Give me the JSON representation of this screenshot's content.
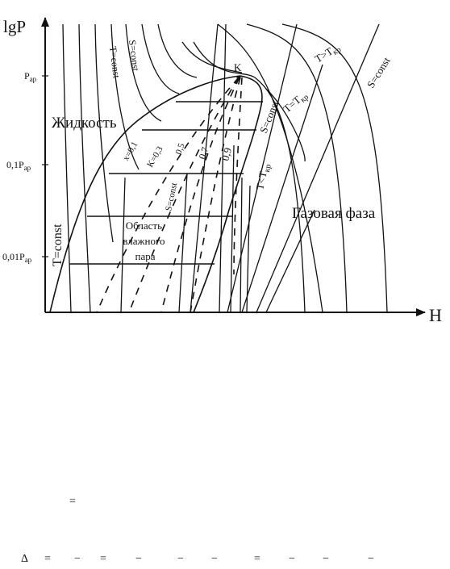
{
  "axes": {
    "y_label": "lgP",
    "x_label": "H",
    "ticks": [
      {
        "main": "P",
        "sub": "ap"
      },
      {
        "main": "0,1P",
        "sub": "ap"
      },
      {
        "main": "0,01P",
        "sub": "ap"
      }
    ]
  },
  "labels": {
    "critical_point": "K",
    "liquid": "Жидкость",
    "gas_phase": "Газовая фаза",
    "wet_steam": [
      "Область",
      "влажного",
      "пара"
    ],
    "t_const_left": "T=const",
    "t_const_top": "T=const",
    "s_const_top": "S=const",
    "s_const_mid": "S=const",
    "s_const_dome": "S=const",
    "s_const_right": "S=const",
    "x01": "x=0,1",
    "x03": "K=0,3",
    "x05": "0,5",
    "x07": "0,7",
    "x09": "0,9",
    "t_gt": {
      "main": "T>T",
      "sub": "кр"
    },
    "t_eq": {
      "main": "T=T",
      "sub": "кр"
    },
    "t_lt": {
      "main": "T<T",
      "sub": "кр"
    }
  },
  "formula_fragments": {
    "eq_line": "=",
    "delta": "Δ",
    "ops": [
      "=",
      "−",
      "=",
      "−",
      "−",
      "−",
      "=",
      "−",
      "−",
      "−"
    ]
  }
}
